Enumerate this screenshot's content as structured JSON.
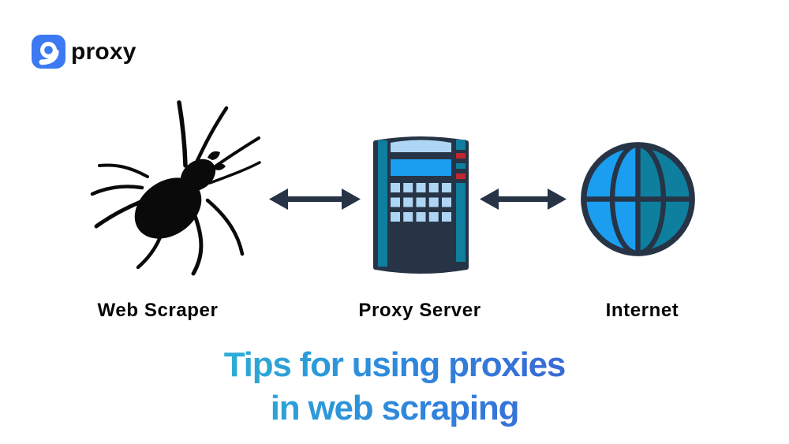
{
  "logo": {
    "glyph": "9",
    "text": "proxy",
    "brand_blue": "#3d79f2"
  },
  "diagram": {
    "nodes": [
      {
        "id": "web-scraper",
        "label": "Web Scraper",
        "icon": "spider-icon"
      },
      {
        "id": "proxy-server",
        "label": "Proxy Server",
        "icon": "server-icon"
      },
      {
        "id": "internet",
        "label": "Internet",
        "icon": "globe-icon"
      }
    ],
    "connections": [
      {
        "from": "web-scraper",
        "to": "proxy-server",
        "type": "bidirectional-arrow"
      },
      {
        "from": "proxy-server",
        "to": "internet",
        "type": "bidirectional-arrow"
      }
    ]
  },
  "title": {
    "line1": "Tips for using proxies",
    "line2": "in web scraping",
    "gradient": [
      "#2cb5d3",
      "#2e86dd",
      "#3d63d3"
    ]
  },
  "colors": {
    "navy": "#263446",
    "teal": "#0e7f9f",
    "bright_blue": "#1b9ef0",
    "light_blue": "#aed6f4",
    "red": "#c2262e",
    "spider_black": "#0a0a0a"
  }
}
